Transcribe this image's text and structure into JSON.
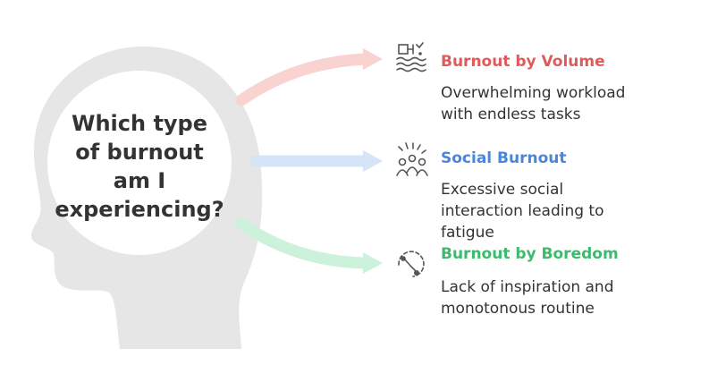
{
  "question": {
    "lines": [
      "Which type",
      "of burnout",
      "am I",
      "experiencing?"
    ]
  },
  "options": [
    {
      "title": "Burnout by Volume",
      "description": [
        "Overwhelming workload",
        "with endless tasks"
      ],
      "color": "#e05a5a",
      "arrow_color": "#f8d3d0",
      "icon": "overflowing-tasks-icon"
    },
    {
      "title": "Social Burnout",
      "description": [
        "Excessive social",
        "interaction leading to",
        "fatigue"
      ],
      "color": "#4a86d9",
      "arrow_color": "#d6e4f8",
      "icon": "people-group-icon"
    },
    {
      "title": "Burnout by Boredom",
      "description": [
        "Lack of inspiration and",
        "monotonous routine"
      ],
      "color": "#3cba6e",
      "arrow_color": "#cdf2dc",
      "icon": "clock-stagnant-icon"
    }
  ],
  "colors": {
    "head": "#e6e6e6",
    "circle_fill": "#ffffff",
    "text": "#333333"
  }
}
